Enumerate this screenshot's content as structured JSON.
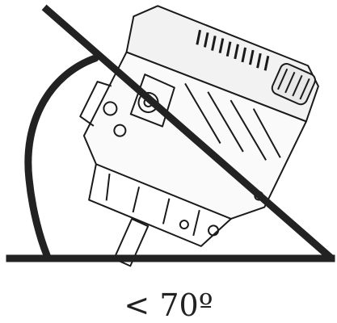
{
  "caption": "< 70º",
  "colors": {
    "ink": "#1a1a1a",
    "line": "#222222",
    "background": "#ffffff"
  },
  "diagram": {
    "subject": "engine-tilted-on-side",
    "indicator": "tilt-angle-limit"
  }
}
